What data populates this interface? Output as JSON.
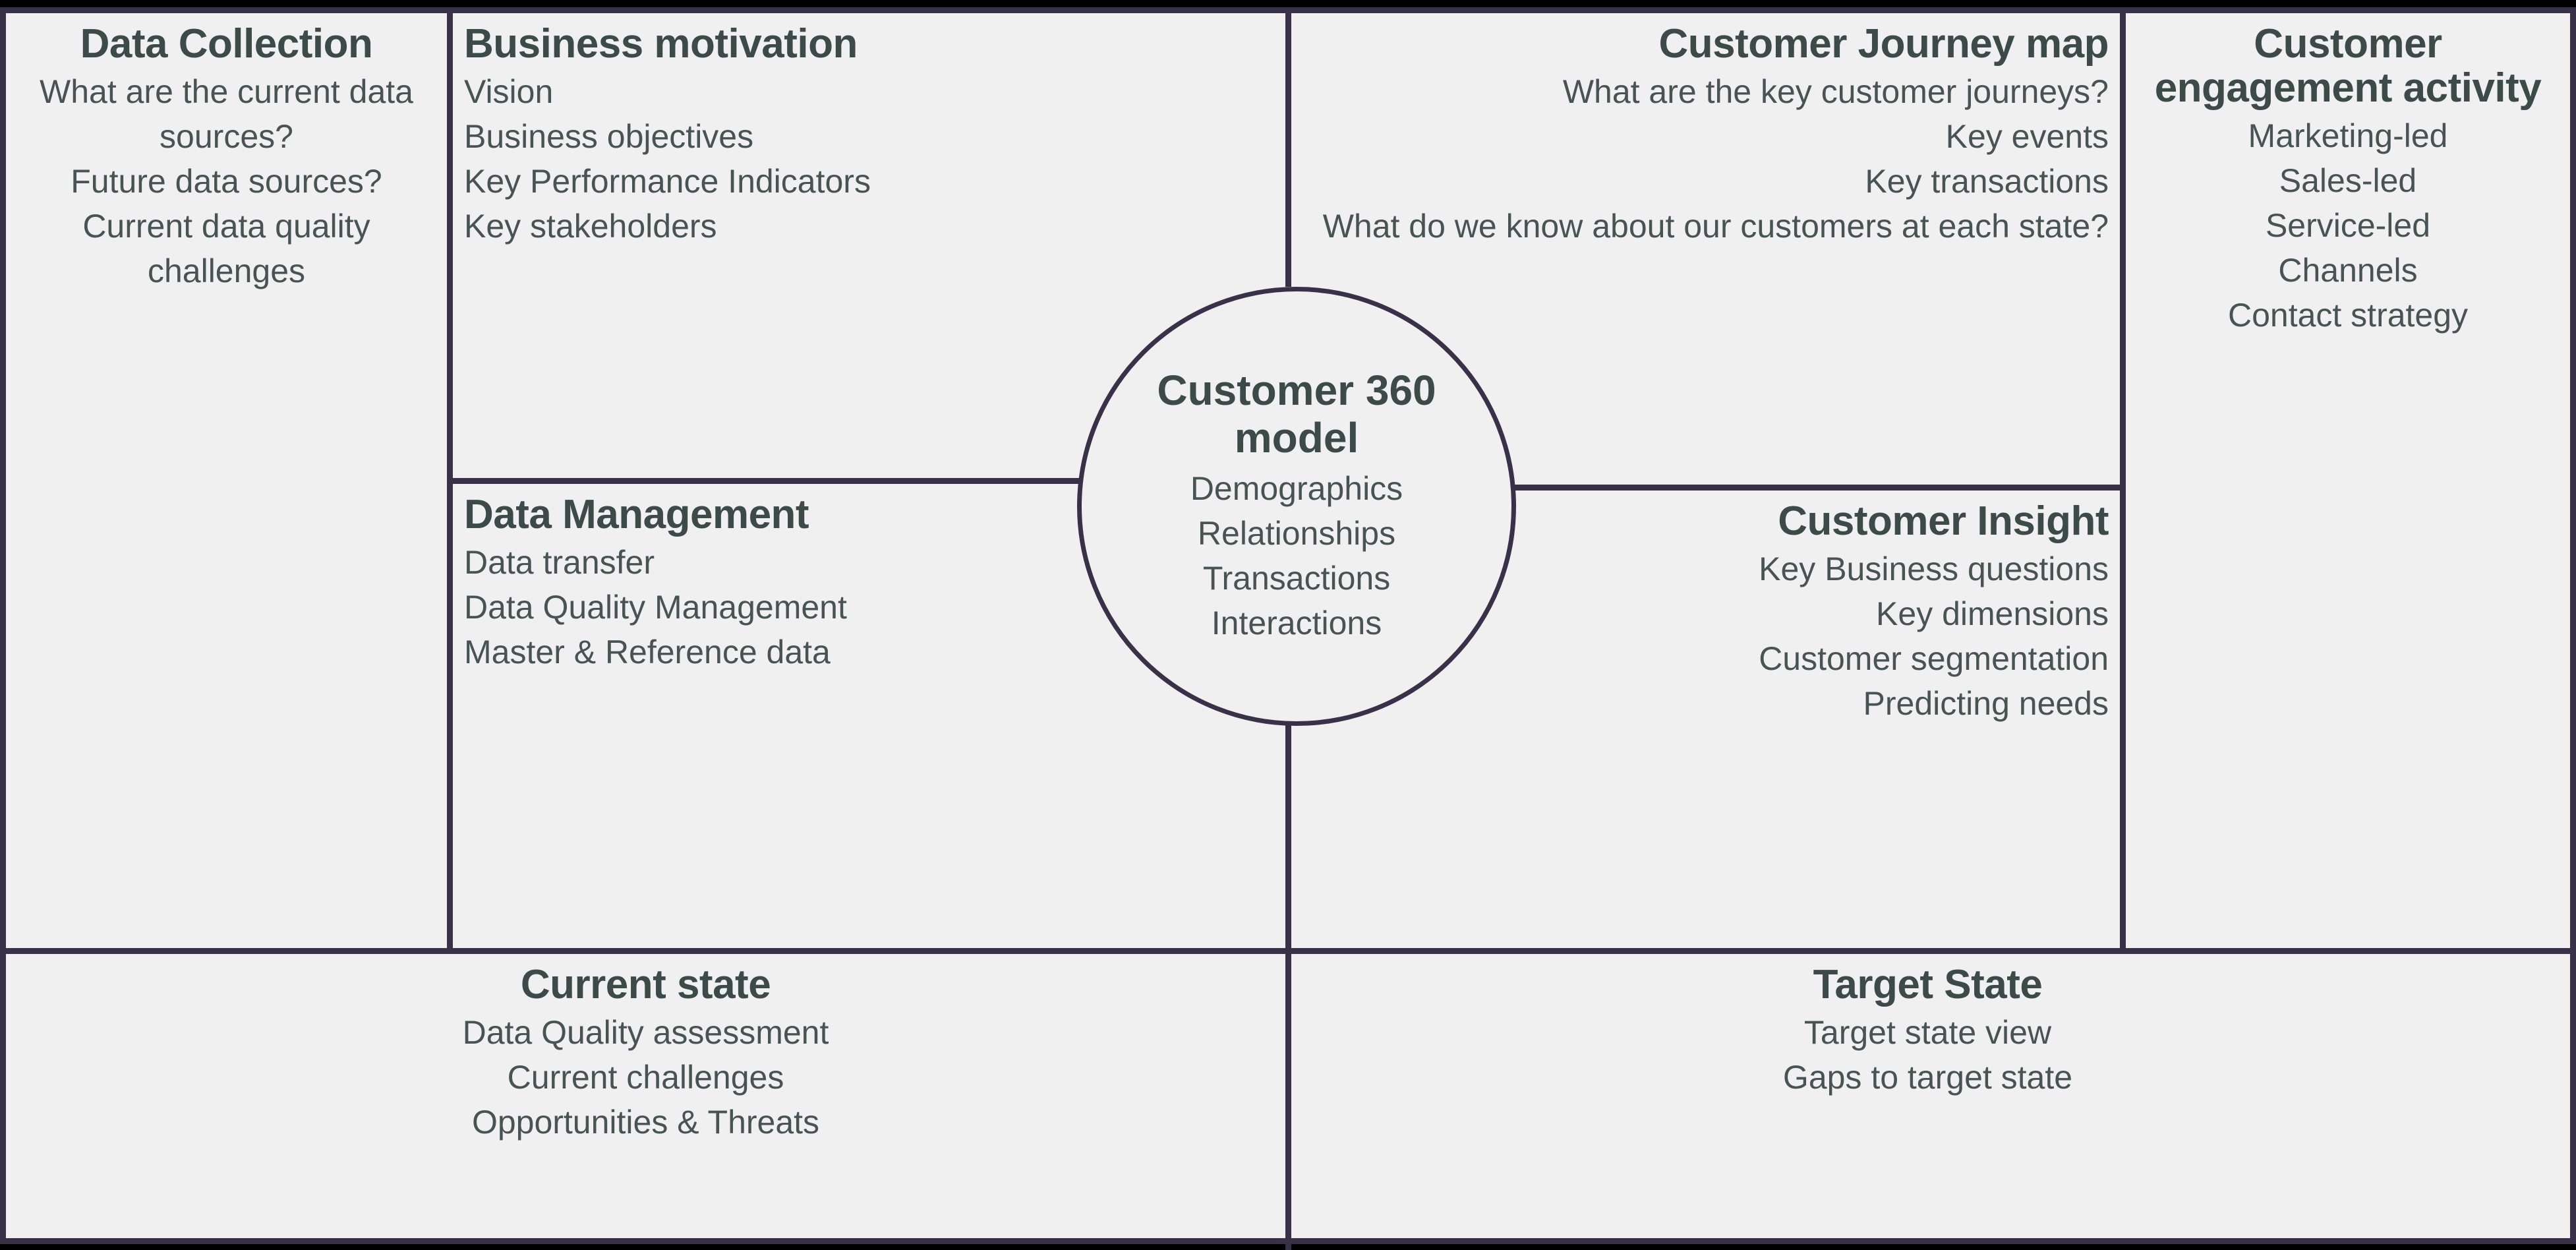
{
  "theme": {
    "board_background": "#f0f0f0",
    "line_color": "#373248",
    "heading_color": "#3d4a4a",
    "body_color": "#475355",
    "outer_strip": "#000000"
  },
  "center": {
    "title": "Customer 360 model",
    "items": [
      "Demographics",
      "Relationships",
      "Transactions",
      "Interactions"
    ]
  },
  "panels": {
    "data_collection": {
      "title": "Data Collection",
      "items": [
        "What are the current data sources?",
        "Future data sources?",
        "Current data quality challenges"
      ]
    },
    "business_motivation": {
      "title": "Business motivation",
      "items": [
        "Vision",
        "Business objectives",
        "Key Performance Indicators",
        "Key stakeholders"
      ]
    },
    "data_management": {
      "title": "Data Management",
      "items": [
        "Data transfer",
        "Data Quality Management",
        "Master & Reference data"
      ]
    },
    "customer_journey_map": {
      "title": "Customer Journey map",
      "items": [
        "What are the key customer journeys?",
        "Key events",
        "Key transactions",
        "What do we know about our customers at each state?"
      ]
    },
    "customer_insight": {
      "title": "Customer Insight",
      "items": [
        "Key Business questions",
        "Key dimensions",
        "Customer segmentation",
        "Predicting needs"
      ]
    },
    "customer_engagement_activity": {
      "title": "Customer engagement activity",
      "items": [
        "Marketing-led",
        "Sales-led",
        "Service-led",
        "Channels",
        "Contact strategy"
      ]
    },
    "current_state": {
      "title": "Current state",
      "items": [
        "Data Quality assessment",
        "Current challenges",
        "Opportunities & Threats"
      ]
    },
    "target_state": {
      "title": "Target State",
      "items": [
        "Target state view",
        "Gaps to target state"
      ]
    }
  }
}
